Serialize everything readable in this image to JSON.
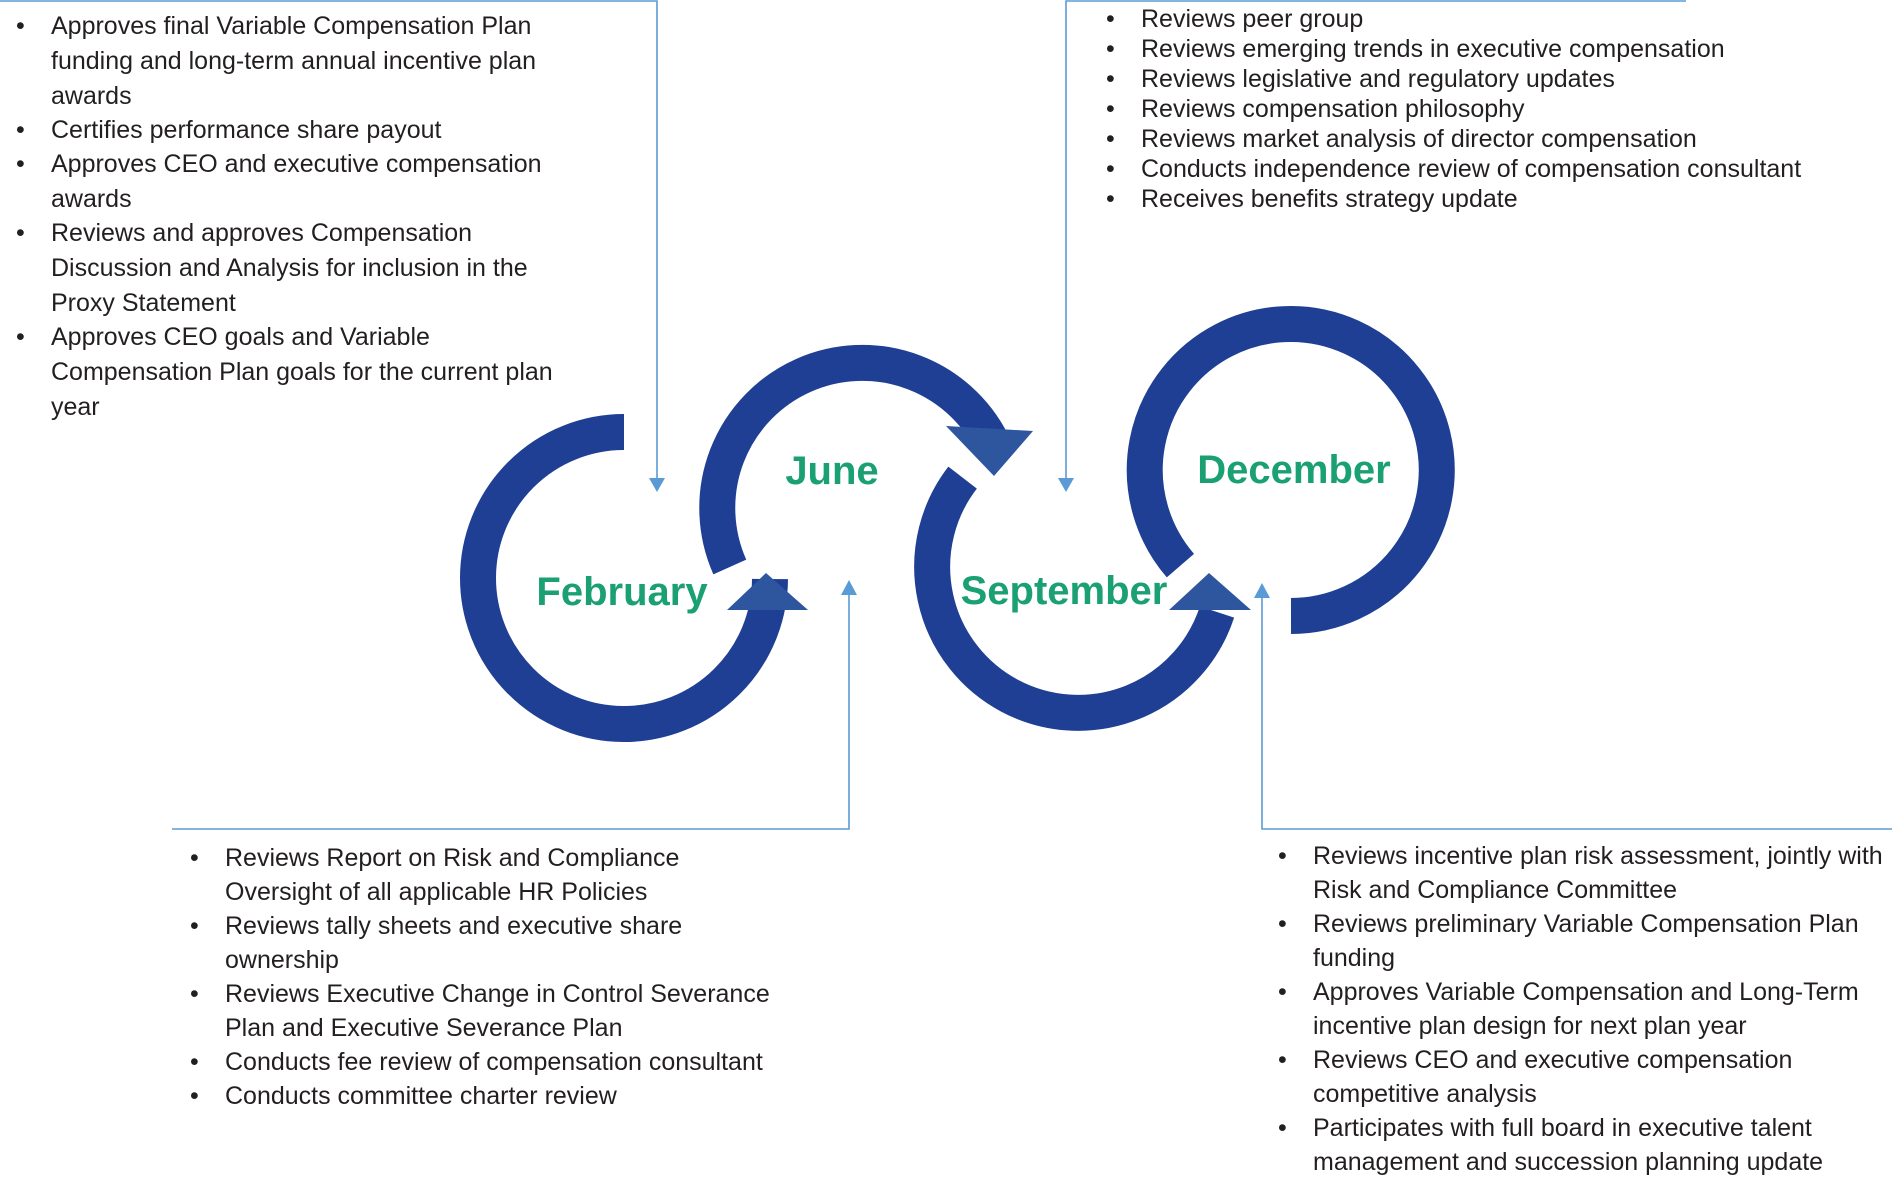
{
  "colors": {
    "ring": "#1f3f94",
    "arrowhead": "#2e569e",
    "month_label": "#1aa073",
    "connector": "#5b9bd5",
    "text": "#231f20"
  },
  "months": {
    "february": "February",
    "june": "June",
    "september": "September",
    "december": "December"
  },
  "notes": {
    "february": [
      "Approves final Variable Compensation Plan funding and long-term annual incentive plan awards",
      "Certifies performance share payout",
      "Approves CEO and executive compensation awards",
      "Reviews and approves Compensation Discussion and Analysis for inclusion in the Proxy Statement",
      "Approves CEO goals and Variable Compensation Plan goals for the current plan year"
    ],
    "september": [
      "Reviews peer group",
      "Reviews emerging trends in executive compensation",
      "Reviews legislative and regulatory updates",
      "Reviews compensation philosophy",
      "Reviews market analysis of director compensation",
      "Conducts independence review of compensation consultant",
      "Receives benefits strategy update"
    ],
    "june": [
      "Reviews Report on Risk and Compliance Oversight of all applicable HR Policies",
      "Reviews tally sheets and executive share ownership",
      "Reviews Executive Change in Control Severance Plan and Executive Severance Plan",
      "Conducts fee review of compensation consultant",
      "Conducts committee charter review"
    ],
    "december": [
      "Reviews incentive plan risk assessment, jointly with Risk and Compliance Committee",
      "Reviews preliminary Variable Compensation Plan funding",
      "Approves Variable Compensation and Long-Term incentive plan design for next plan year",
      "Reviews CEO and executive compensation competitive analysis",
      "Participates with full board in executive talent management and succession planning update"
    ]
  }
}
